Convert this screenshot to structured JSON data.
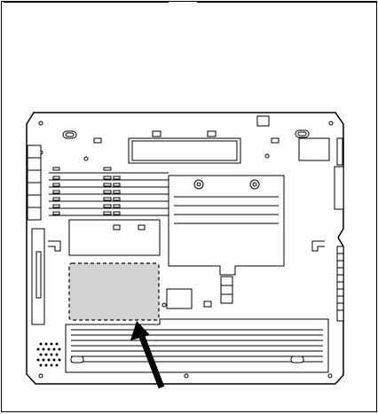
{
  "figure": {
    "subject": "laptop-bottom-view",
    "icons": [
      "highlight-area",
      "pointer-arrow",
      "memory-cover-screw-icon"
    ],
    "colors": {
      "ink": "#000000",
      "paper": "#ffffff",
      "highlight_fill": "#d3d3d3"
    }
  }
}
